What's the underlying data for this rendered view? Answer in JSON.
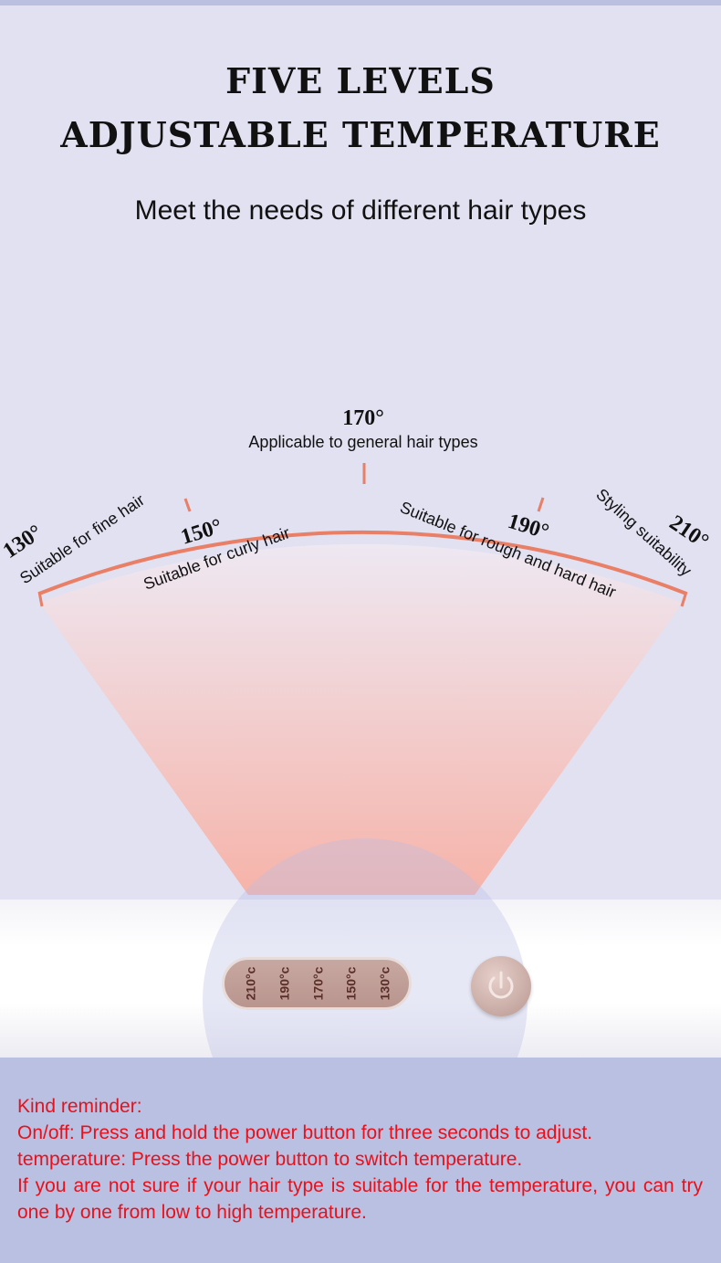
{
  "header": {
    "title_line1": "FIVE LEVELS",
    "title_line2": "ADJUSTABLE TEMPERATURE",
    "subtitle": "Meet the needs of different hair types"
  },
  "levels": [
    {
      "temp": "130°",
      "note": "Suitable for fine hair"
    },
    {
      "temp": "150°",
      "note": "Suitable for curly hair"
    },
    {
      "temp": "170°",
      "note": "Applicable to general hair types"
    },
    {
      "temp": "190°",
      "note": "Suitable for rough and hard hair"
    },
    {
      "temp": "210°",
      "note": "Styling suitability"
    }
  ],
  "device": {
    "panel_labels": [
      "210°c",
      "190°c",
      "170°c",
      "150°c",
      "130°c"
    ],
    "power_icon": "power-icon"
  },
  "reminder": {
    "title": "Kind reminder:",
    "line1": "On/off: Press and hold the power button for three seconds to adjust.",
    "line2": "temperature: Press the power button to switch temperature.",
    "line3": "If you are not sure if your hair type is suitable for the temperature, you can try one by one from low to high temperature."
  },
  "colors": {
    "background": "#e1e1f1",
    "arc": "#e97f66",
    "cone_bottom": "#f6b3a9",
    "reminder_bg": "#b9c0e2",
    "reminder_text": "#e8111b"
  }
}
